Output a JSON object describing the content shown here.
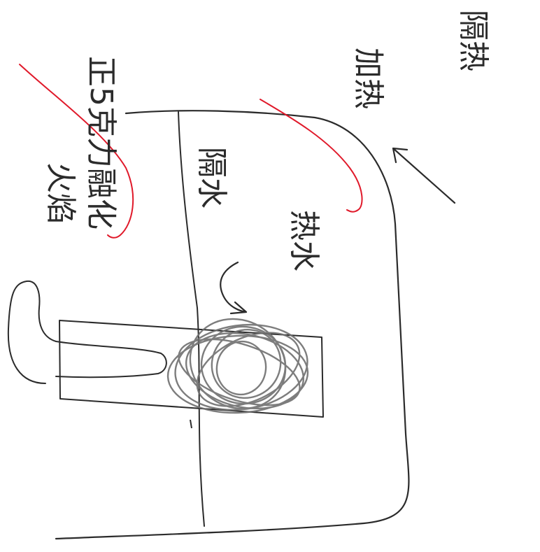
{
  "labels": {
    "top_left_line1": "火焰",
    "top_left_line2": "正5克力融化",
    "middle": "隔水",
    "bottom": "热水",
    "right": "加热",
    "far_right": "隔热"
  },
  "colors": {
    "ink": "#2b2b2b",
    "pencil": "#6f6f6f",
    "red": "#e0192a",
    "paper": "#ffffff"
  }
}
